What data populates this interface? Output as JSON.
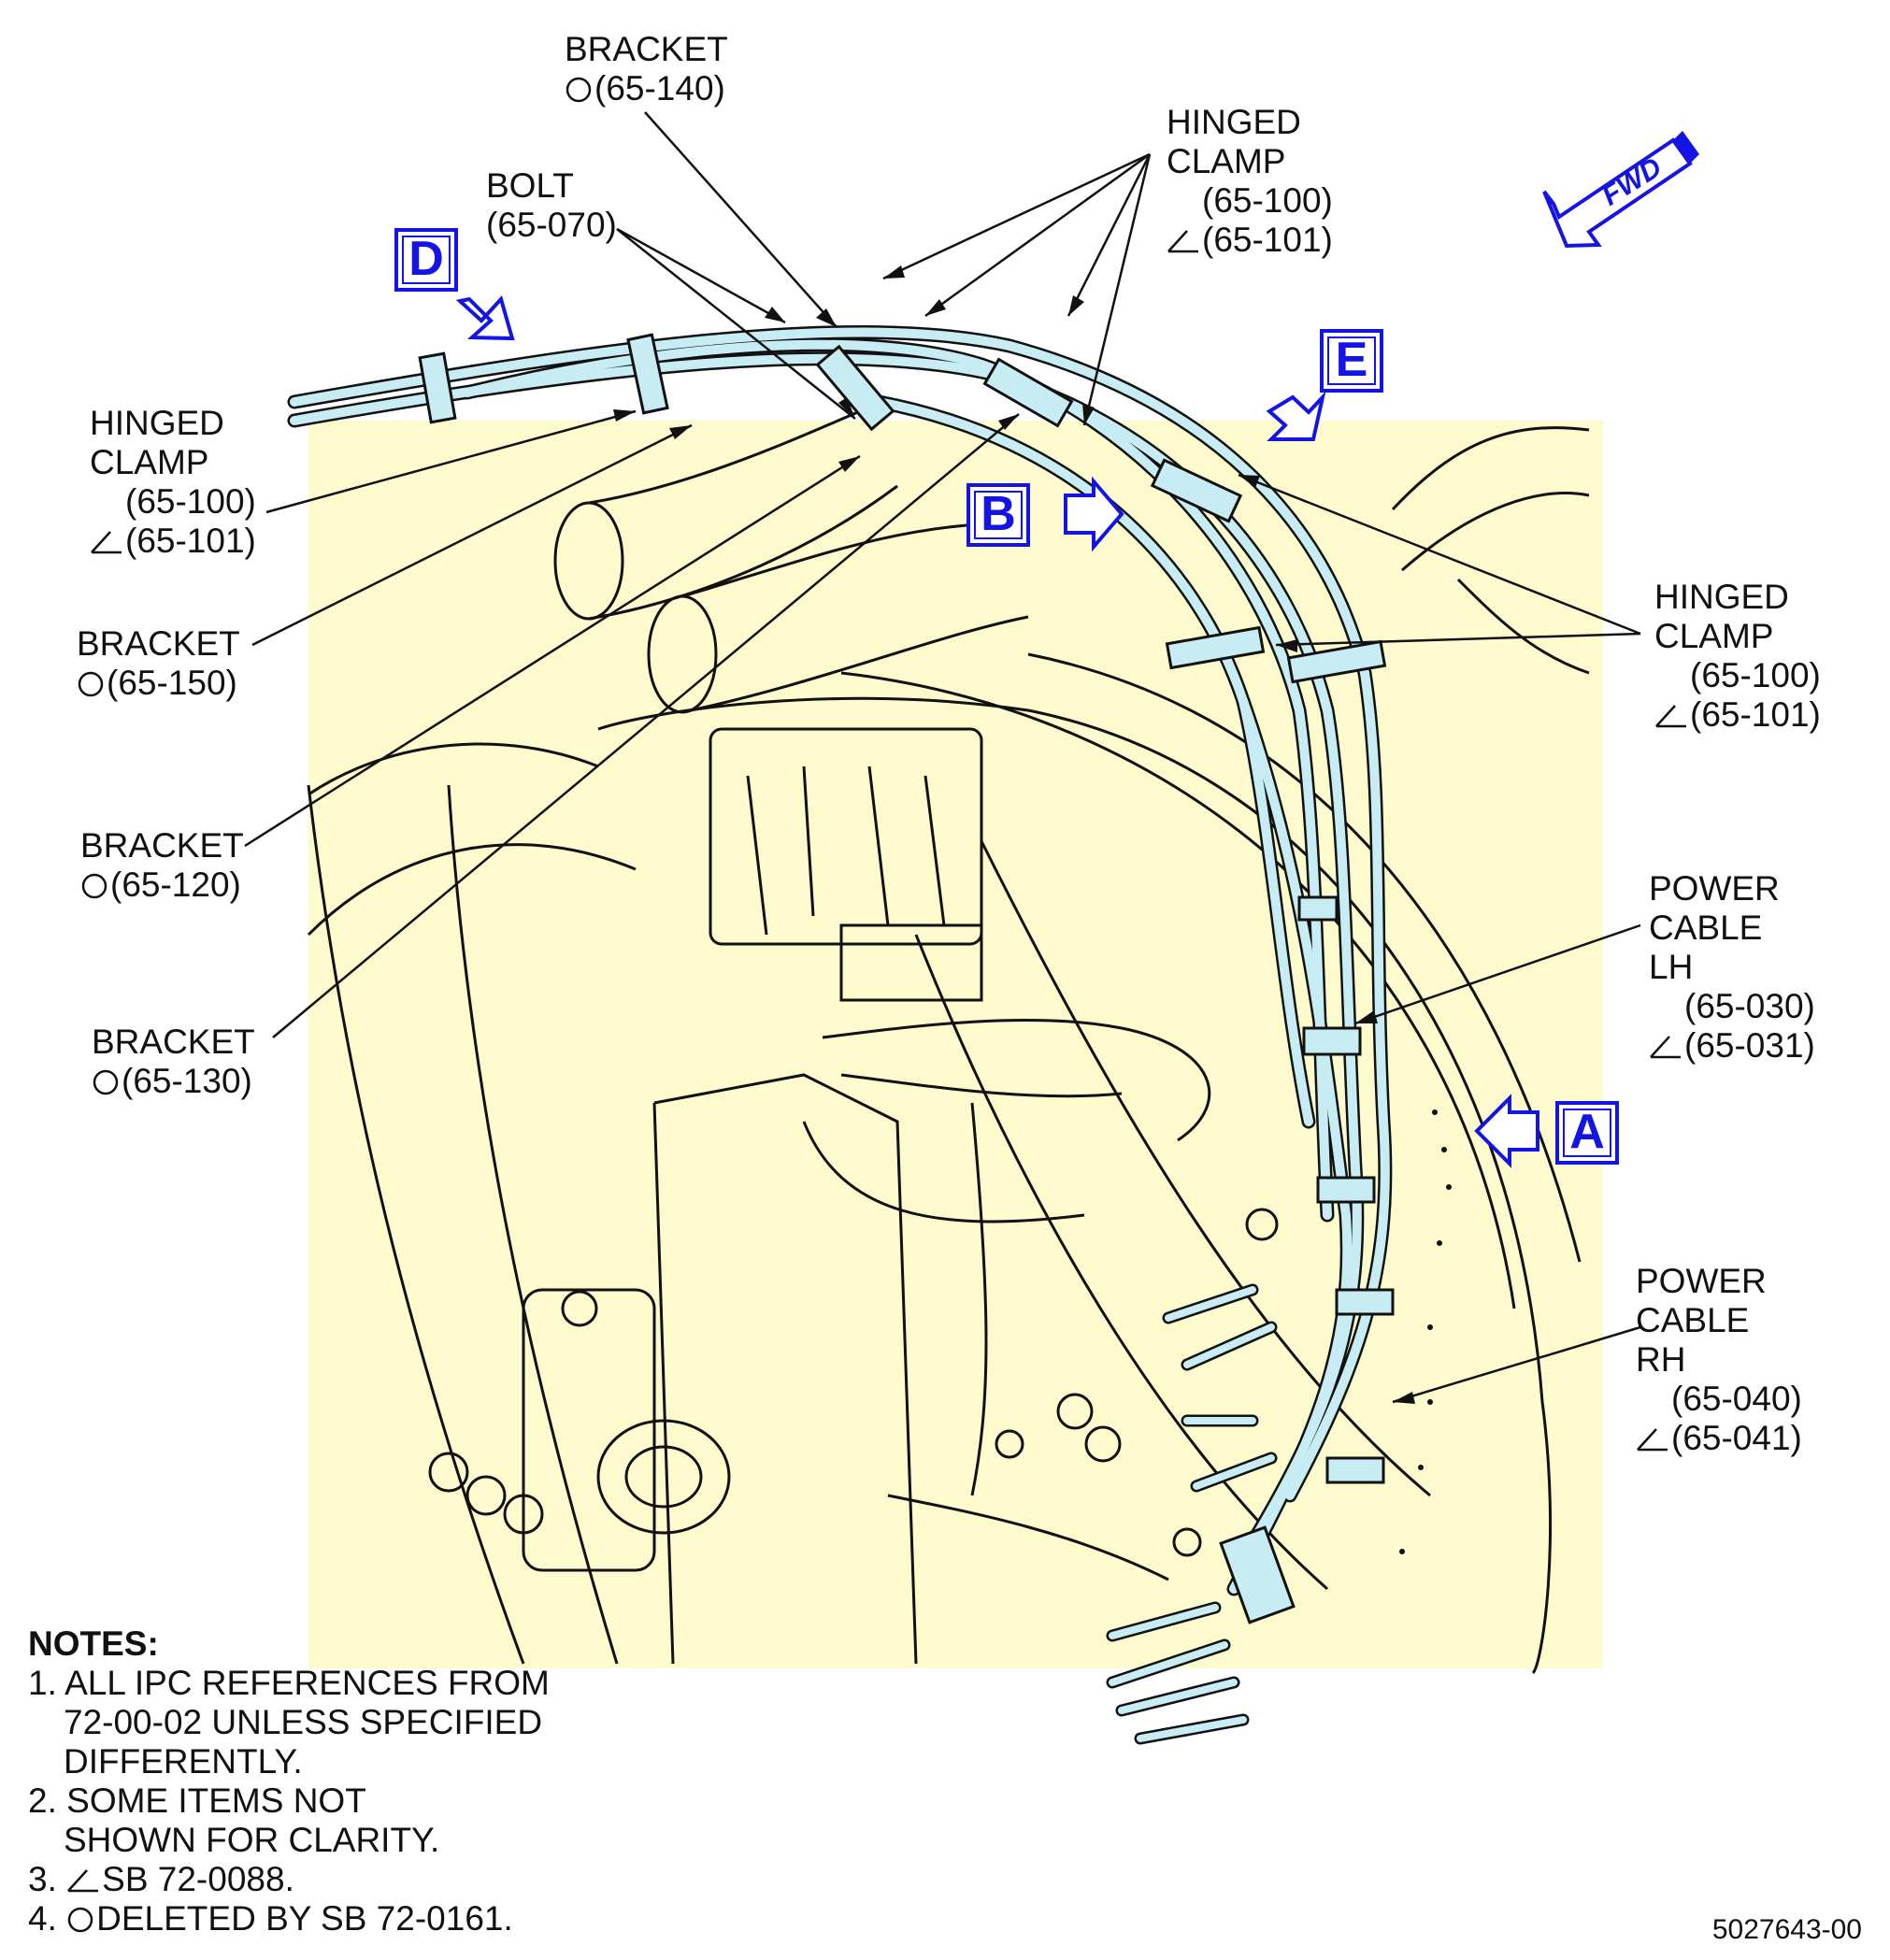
{
  "view_labels": {
    "a": "A",
    "b": "B",
    "d": "D",
    "e": "E"
  },
  "fwd_label": "FWD",
  "callouts": {
    "bracket_140": {
      "name": "BRACKET",
      "ref": "(65-140)"
    },
    "bolt_070": {
      "name": "BOLT",
      "ref": "(65-070)"
    },
    "clamp_top": {
      "line1": "HINGED",
      "line2": "CLAMP",
      "ref1": "(65-100)",
      "ref2": "(65-101)"
    },
    "clamp_left": {
      "line1": "HINGED",
      "line2": "CLAMP",
      "ref1": "(65-100)",
      "ref2": "(65-101)"
    },
    "bracket_150": {
      "name": "BRACKET",
      "ref": "(65-150)"
    },
    "bracket_120": {
      "name": "BRACKET",
      "ref": "(65-120)"
    },
    "bracket_130": {
      "name": "BRACKET",
      "ref": "(65-130)"
    },
    "clamp_right": {
      "line1": "HINGED",
      "line2": "CLAMP",
      "ref1": "(65-100)",
      "ref2": "(65-101)"
    },
    "power_lh": {
      "line1": "POWER",
      "line2": "CABLE",
      "line3": "LH",
      "ref1": "(65-030)",
      "ref2": "(65-031)"
    },
    "power_rh": {
      "line1": "POWER",
      "line2": "CABLE",
      "line3": "RH",
      "ref1": "(65-040)",
      "ref2": "(65-041)"
    }
  },
  "notes": {
    "heading": "NOTES:",
    "n1a": "1. ALL IPC REFERENCES FROM",
    "n1b": "72-00-02 UNLESS SPECIFIED",
    "n1c": "DIFFERENTLY.",
    "n2a": "2. SOME ITEMS NOT",
    "n2b": "SHOWN FOR CLARITY.",
    "n3_prefix": "3. ",
    "n3_text": "SB 72-0088.",
    "n4_prefix": "4. ",
    "n4_text": "DELETED BY SB 72-0161."
  },
  "document_number": "5027643-00",
  "colors": {
    "highlight_yellow": "#fdfbcd",
    "cable_blue": "#c8ecf3",
    "view_blue": "#1414e6",
    "line": "#111111"
  }
}
